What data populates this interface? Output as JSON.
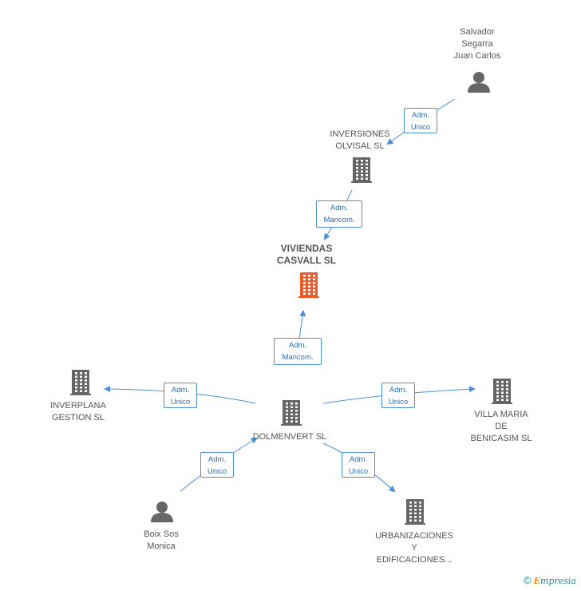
{
  "colors": {
    "edge": "#4a8fd8",
    "icon": "#666666",
    "focus_icon": "#f05a24"
  },
  "nodes": {
    "salvador": {
      "label": [
        "Salvador",
        "Segarra",
        "Juan Carlos"
      ],
      "icon": "person-icon"
    },
    "inversiones": {
      "label": [
        "INVERSIONES",
        "OLVISAL SL"
      ],
      "icon": "building-icon"
    },
    "viviendas": {
      "label": [
        "VIVIENDAS",
        "CASVALL SL"
      ],
      "icon": "building-icon"
    },
    "inverplana": {
      "label": [
        "INVERPLANA",
        "GESTION SL"
      ],
      "icon": "building-icon"
    },
    "dolmenvert": {
      "label": [
        "DOLMENVERT SL"
      ],
      "icon": "building-icon"
    },
    "villa": {
      "label": [
        "VILLA MARIA",
        "DE",
        "BENICASIM SL"
      ],
      "icon": "building-icon"
    },
    "boix": {
      "label": [
        "Boix Sos",
        "Monica"
      ],
      "icon": "person-icon"
    },
    "urbanizaciones": {
      "label": [
        "URBANIZACIONES",
        "Y",
        "EDIFICACIONES..."
      ],
      "icon": "building-icon"
    }
  },
  "edges": [
    {
      "from": "salvador",
      "to": "inversiones",
      "label": [
        "Adm.",
        "Unico"
      ]
    },
    {
      "from": "inversiones",
      "to": "viviendas",
      "label": [
        "Adm.",
        "Mancom."
      ]
    },
    {
      "from": "dolmenvert",
      "to": "viviendas",
      "label": [
        "Adm.",
        "Mancom."
      ]
    },
    {
      "from": "dolmenvert",
      "to": "inverplana",
      "label": [
        "Adm.",
        "Unico"
      ]
    },
    {
      "from": "dolmenvert",
      "to": "villa",
      "label": [
        "Adm.",
        "Unico"
      ]
    },
    {
      "from": "boix",
      "to": "dolmenvert",
      "label": [
        "Adm.",
        "Unico"
      ]
    },
    {
      "from": "dolmenvert",
      "to": "urbanizaciones",
      "label": [
        "Adm.",
        "Unico"
      ]
    }
  ],
  "footer": {
    "copyright_symbol": "©",
    "brand_first": "E",
    "brand_rest": "mpresia"
  }
}
